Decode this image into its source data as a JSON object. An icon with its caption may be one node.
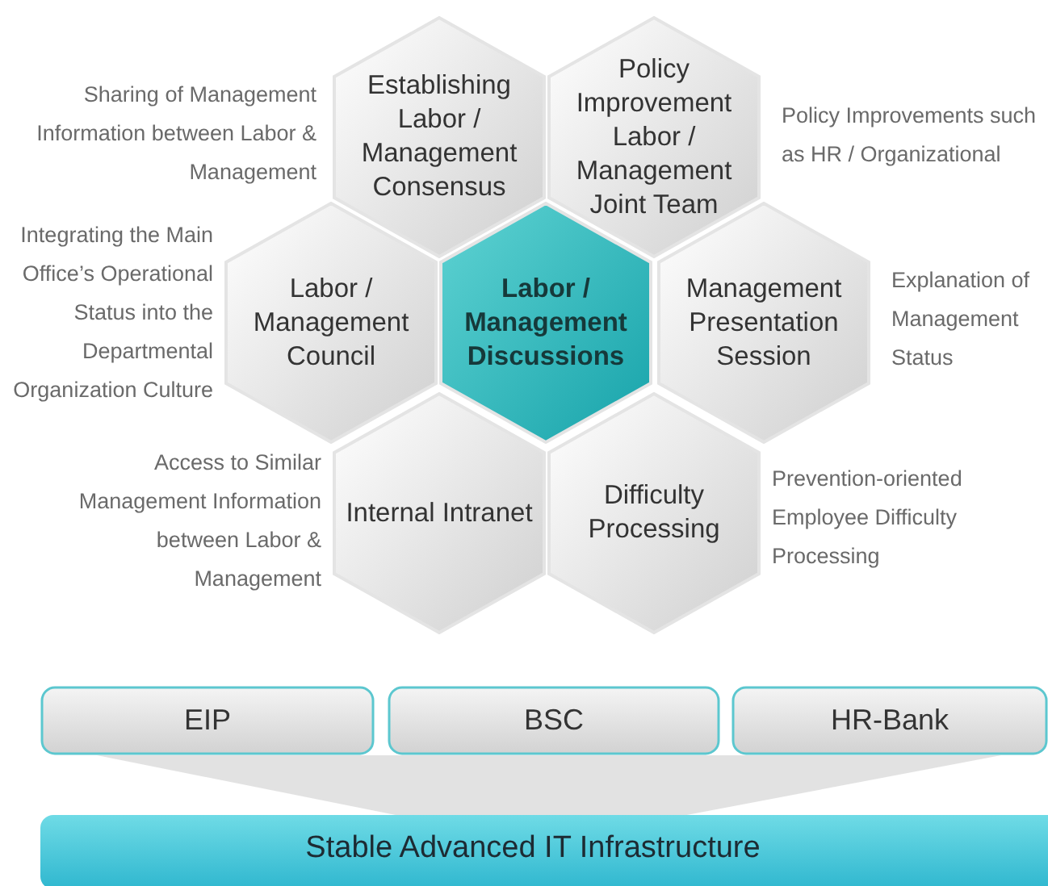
{
  "diagram": {
    "nodes": [
      {
        "text": [
          "Establishing Labor / Management Consensus"
        ],
        "beside": [
          "Sharing of Management Information between Labor & Management"
        ]
      },
      {
        "text": [
          "Policy Improvement Labor / Management Joint Team"
        ],
        "beside": [
          "Policy Improvements such as HR / Organizational"
        ]
      },
      {
        "text": [
          "Labor / Management Council"
        ],
        "beside": [
          "Integrating the Main Office’s Operational Status into the Departmental Organization Culture"
        ]
      },
      {
        "text": [
          "Labor / Management Discussions"
        ]
      },
      {
        "text": [
          "Management Presentation Session"
        ],
        "beside": [
          "Explanation of Management Status"
        ]
      },
      {
        "text": [
          "Internal Intranet"
        ],
        "beside": [
          "Access to Similar Management Information between Labor & Management"
        ]
      },
      {
        "text": [
          "Difficulty Processing"
        ],
        "beside": [
          "Prevention-oriented Employee Difficulty Processing"
        ]
      },
      {
        "text": [
          "EIP"
        ]
      },
      {
        "text": [
          "BSC"
        ]
      },
      {
        "text": [
          "HR-Bank"
        ]
      },
      {
        "text": [
          "Stable Advanced IT Infrastructure"
        ]
      }
    ],
    "edges": []
  }
}
